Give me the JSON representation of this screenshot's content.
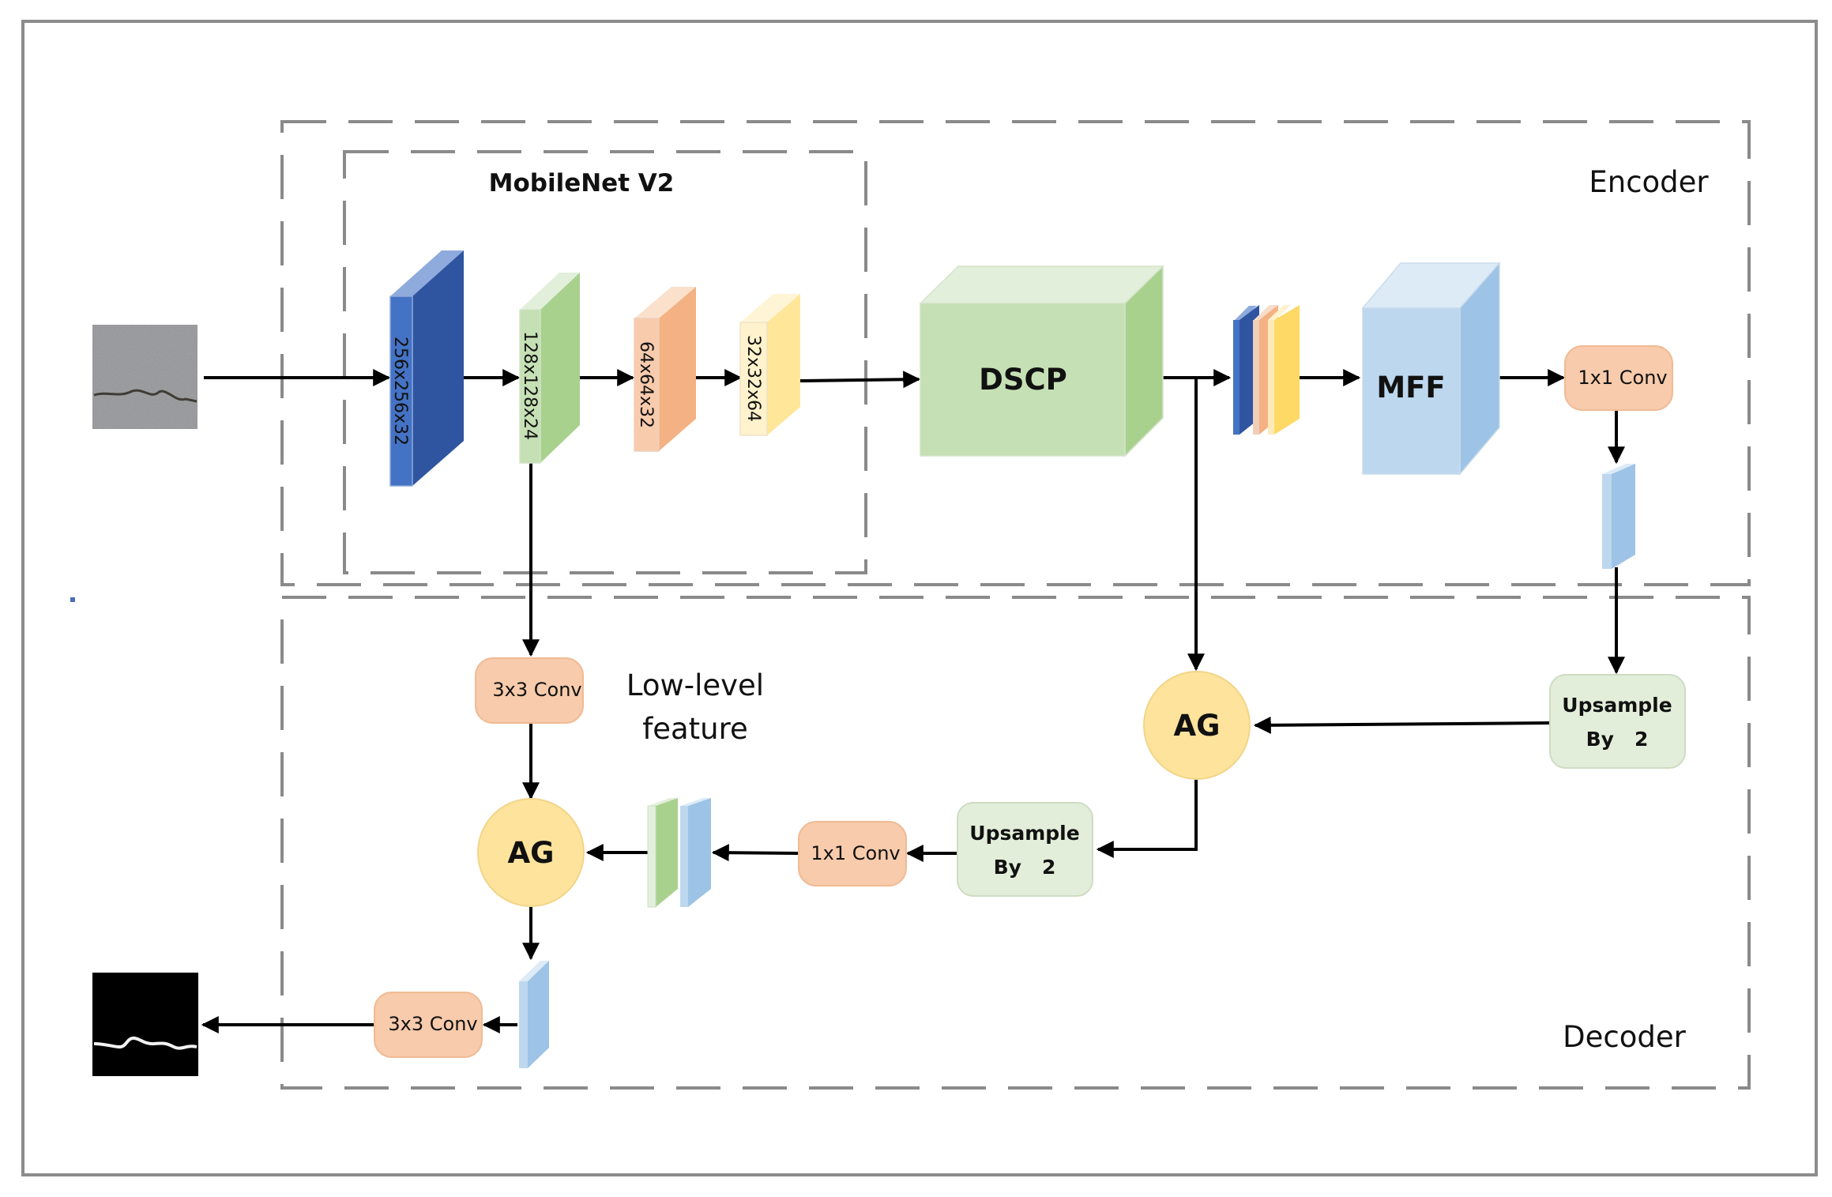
{
  "diagram": {
    "sections": {
      "encoder": "Encoder",
      "decoder": "Decoder",
      "backbone": "MobileNet V2"
    },
    "backbone_layers": [
      {
        "label": "256x256x32",
        "color": "#4472c4"
      },
      {
        "label": "128x128x24",
        "color": "#a9d18e"
      },
      {
        "label": "64x64x32",
        "color": "#f4b183"
      },
      {
        "label": "32x32x64",
        "color": "#ffe699"
      }
    ],
    "modules": {
      "dscp": "DSCP",
      "mff": "MFF",
      "enc_conv1x1": "1x1 Conv",
      "dec_upsample_1": [
        "Upsample",
        "By   2"
      ],
      "dec_upsample_2": [
        "Upsample",
        "By   2"
      ],
      "dec_conv1x1": "1x1 Conv",
      "low_conv3x3": "3x3 Conv",
      "out_conv3x3": "3x3 Conv",
      "ag_1": "AG",
      "ag_2": "AG"
    },
    "annotations": {
      "low_level_line1": "Low-level",
      "low_level_line2": "feature"
    },
    "images": {
      "input": "input crack image",
      "output": "segmentation mask output"
    },
    "colors": {
      "conv": "#f7cbab",
      "upsample": "#e2eed9",
      "ag": "#fde39b",
      "dscp": "#c5e0b4",
      "mff": "#bdd7ee",
      "dashed_border": "#8a8a8a"
    }
  }
}
